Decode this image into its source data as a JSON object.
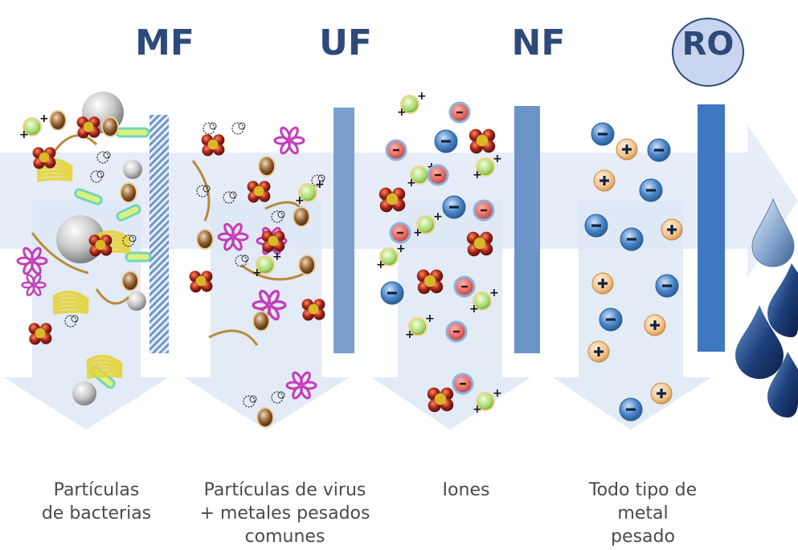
{
  "headings": {
    "mf": "MF",
    "uf": "UF",
    "nf": "NF",
    "ro": "RO"
  },
  "captions": {
    "mf": [
      "Partículas",
      "de bacterias"
    ],
    "uf": [
      "Partículas de virus",
      "+ metales pesados",
      "comunes"
    ],
    "nf": [
      "Iones"
    ],
    "ro": [
      "Todo tipo de",
      "metal",
      "pesado"
    ]
  },
  "colors": {
    "heading": "#2e4a7a",
    "ro_circle_fill": "#c9d4ee",
    "membrane": "#6f97c9",
    "flow_arrow": "#dde7f5",
    "caption": "#4a4a4a",
    "negative_ion": "#4a86c8",
    "positive_ion": "#f2c38a",
    "bacteria": "#b5b5b5",
    "virus": "#c43dba",
    "heavy_metal": "#a3241a",
    "water_drop": "#1d3f7a"
  },
  "icons": {
    "negative_ion": "minus-ion-icon",
    "positive_ion": "plus-ion-icon",
    "heavy_metal": "heavy-metal-molecule-icon",
    "virus": "virus-icon",
    "bacteria": "bacteria-icon",
    "water_drop": "water-drop-icon"
  }
}
